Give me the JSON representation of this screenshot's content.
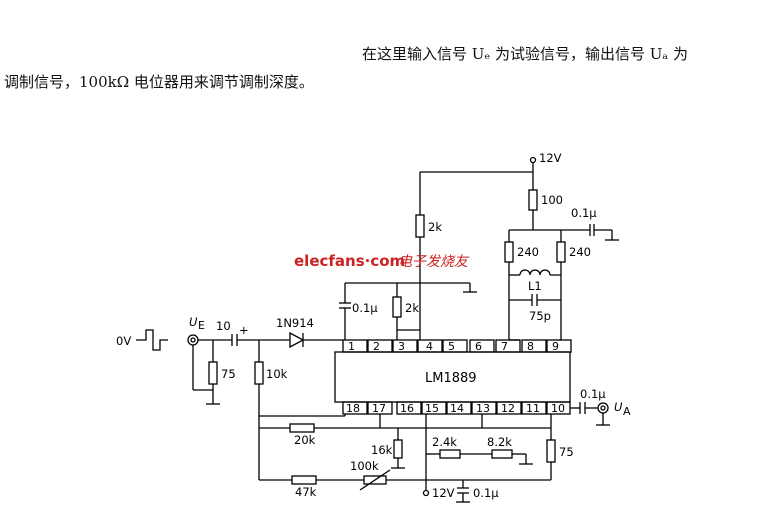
{
  "paragraph": {
    "line1": "在这里输入信号 Uₑ 为试验信号，输出信号 Uₐ 为",
    "line2": "调制信号，100kΩ 电位器用来调节调制深度。"
  },
  "watermark": {
    "site": "elecfans·com",
    "cn": "电子发烧友"
  },
  "ic": {
    "name": "LM1889",
    "top_pins": [
      "1",
      "2",
      "3",
      "4",
      "5",
      "6",
      "7",
      "8",
      "9"
    ],
    "bottom_pins": [
      "18",
      "17",
      "16",
      "15",
      "14",
      "13",
      "12",
      "11",
      "10"
    ]
  },
  "labels": {
    "vcc_top": "12V",
    "vcc_bottom": "12V",
    "r_100": "100",
    "c_01_top": "0.1μ",
    "r_240_left": "240",
    "r_240_right": "240",
    "l1": "L1",
    "c_75p": "75p",
    "r_2k_top": "2k",
    "c_01_left": "0.1μ",
    "r_2k_mid": "2k",
    "input_label": "U",
    "input_sub": "E",
    "c_10": "10",
    "plus": "+",
    "diode": "1N914",
    "signal_level": "0V",
    "r_75_in": "75",
    "r_10k": "10k",
    "r_20k": "20k",
    "r_16k": "16k",
    "r_24k": "2.4k",
    "r_82k": "8.2k",
    "r_75_out": "75",
    "pot_100k": "100k",
    "r_47k": "47k",
    "c_01_bottom": "0.1μ",
    "c_01_out": "0.1μ",
    "output_label": "U",
    "output_sub": "A"
  }
}
